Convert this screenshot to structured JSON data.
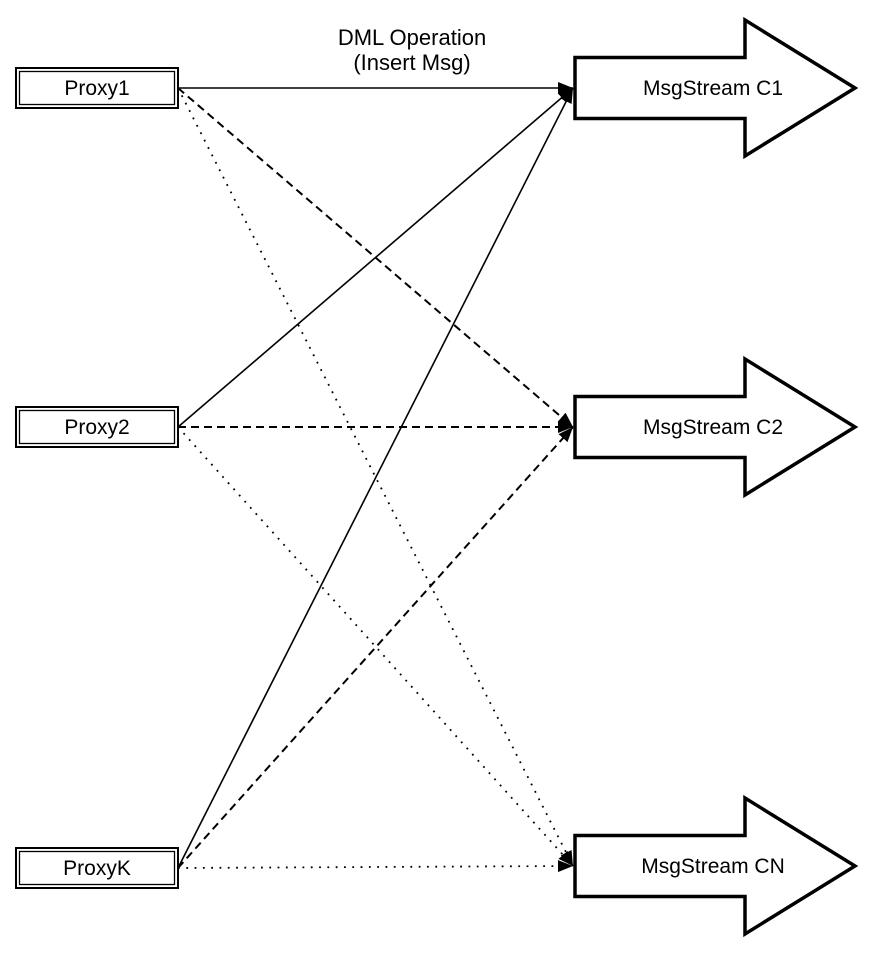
{
  "title": {
    "line1": "DML Operation",
    "line2": "(Insert Msg)"
  },
  "nodes": {
    "proxies": [
      {
        "id": "proxy1",
        "label": "Proxy1"
      },
      {
        "id": "proxy2",
        "label": "Proxy2"
      },
      {
        "id": "proxyk",
        "label": "ProxyK"
      }
    ],
    "streams": [
      {
        "id": "c1",
        "label": "MsgStream C1"
      },
      {
        "id": "c2",
        "label": "MsgStream C2"
      },
      {
        "id": "cn",
        "label": "MsgStream CN"
      }
    ]
  },
  "edges": [
    {
      "from": "proxy1",
      "to": "c1",
      "style": "solid"
    },
    {
      "from": "proxy1",
      "to": "c2",
      "style": "dashed"
    },
    {
      "from": "proxy1",
      "to": "cn",
      "style": "dotted"
    },
    {
      "from": "proxy2",
      "to": "c1",
      "style": "solid"
    },
    {
      "from": "proxy2",
      "to": "c2",
      "style": "dashed"
    },
    {
      "from": "proxy2",
      "to": "cn",
      "style": "dotted"
    },
    {
      "from": "proxyk",
      "to": "c1",
      "style": "solid"
    },
    {
      "from": "proxyk",
      "to": "c2",
      "style": "dashed"
    },
    {
      "from": "proxyk",
      "to": "cn",
      "style": "dotted"
    }
  ],
  "colors": {
    "stroke": "#000000",
    "background": "#ffffff",
    "shape_fill": "#ffffff"
  }
}
